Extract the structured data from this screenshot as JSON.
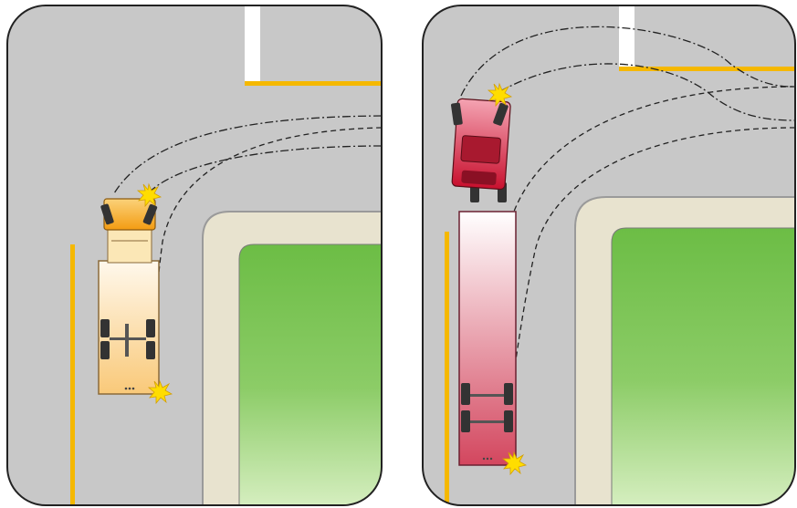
{
  "panels": [
    {
      "name": "left-panel",
      "vehicle": "straight-truck",
      "vehicle_color": "#f6a623",
      "path_count": 3
    },
    {
      "name": "right-panel",
      "vehicle": "tractor-trailer",
      "vehicle_color": "#c8102e",
      "path_count": 4
    }
  ],
  "colors": {
    "road": "#c8c8c8",
    "lane_line": "#f5b800",
    "stop_line": "#ffffff",
    "curb": "#e8e3cf",
    "grass_top": "#6cbd45",
    "grass_bottom": "#d5eebf",
    "path": "#222222",
    "collision": "#ffdd00"
  },
  "icons": {
    "collision": "collision-burst-icon"
  }
}
